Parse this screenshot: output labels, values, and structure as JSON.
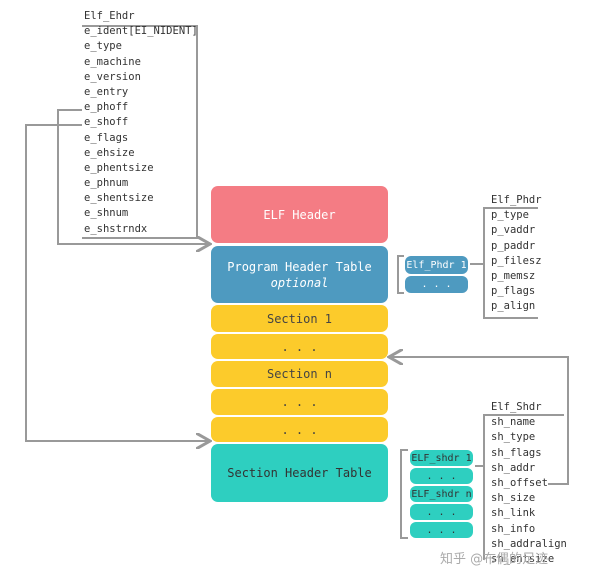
{
  "elf_ehdr": {
    "title": "Elf_Ehdr",
    "fields": [
      "e_ident[EI_NIDENT]",
      "e_type",
      "e_machine",
      "e_version",
      "e_entry",
      "e_phoff",
      "e_shoff",
      "e_flags",
      "e_ehsize",
      "e_phentsize",
      "e_phnum",
      "e_shentsize",
      "e_shnum",
      "e_shstrndx"
    ]
  },
  "blocks": {
    "elf_header": "ELF Header",
    "pht_title": "Program Header Table",
    "pht_sub": "optional",
    "section1": "Section 1",
    "dots1": ". . .",
    "section_n": "Section n",
    "dots2": ". . .",
    "dots3": ". . .",
    "sht": "Section Header Table"
  },
  "phdr_pills": {
    "first": "Elf_Phdr 1",
    "dots": ". . ."
  },
  "elf_phdr": {
    "title": "Elf_Phdr",
    "fields": [
      "p_type",
      "p_vaddr",
      "p_paddr",
      "p_filesz",
      "p_memsz",
      "p_flags",
      "p_align"
    ]
  },
  "shdr_pills": {
    "first": "ELF_shdr 1",
    "dots1": ". . .",
    "nth": "ELF_shdr n",
    "dots2": ". . .",
    "dots3": ". . ."
  },
  "elf_shdr": {
    "title": "Elf_Shdr",
    "fields": [
      "sh_name",
      "sh_type",
      "sh_flags",
      "sh_addr",
      "sh_offset",
      "sh_size",
      "sh_link",
      "sh_info",
      "sh_addralign",
      "sh_entsize"
    ]
  },
  "watermark": "知乎 @布偶的足迹",
  "colors": {
    "header": "#f47c84",
    "pht": "#4e9ac0",
    "section": "#fccb2b",
    "sht": "#2ecfc0",
    "line": "#999999"
  }
}
